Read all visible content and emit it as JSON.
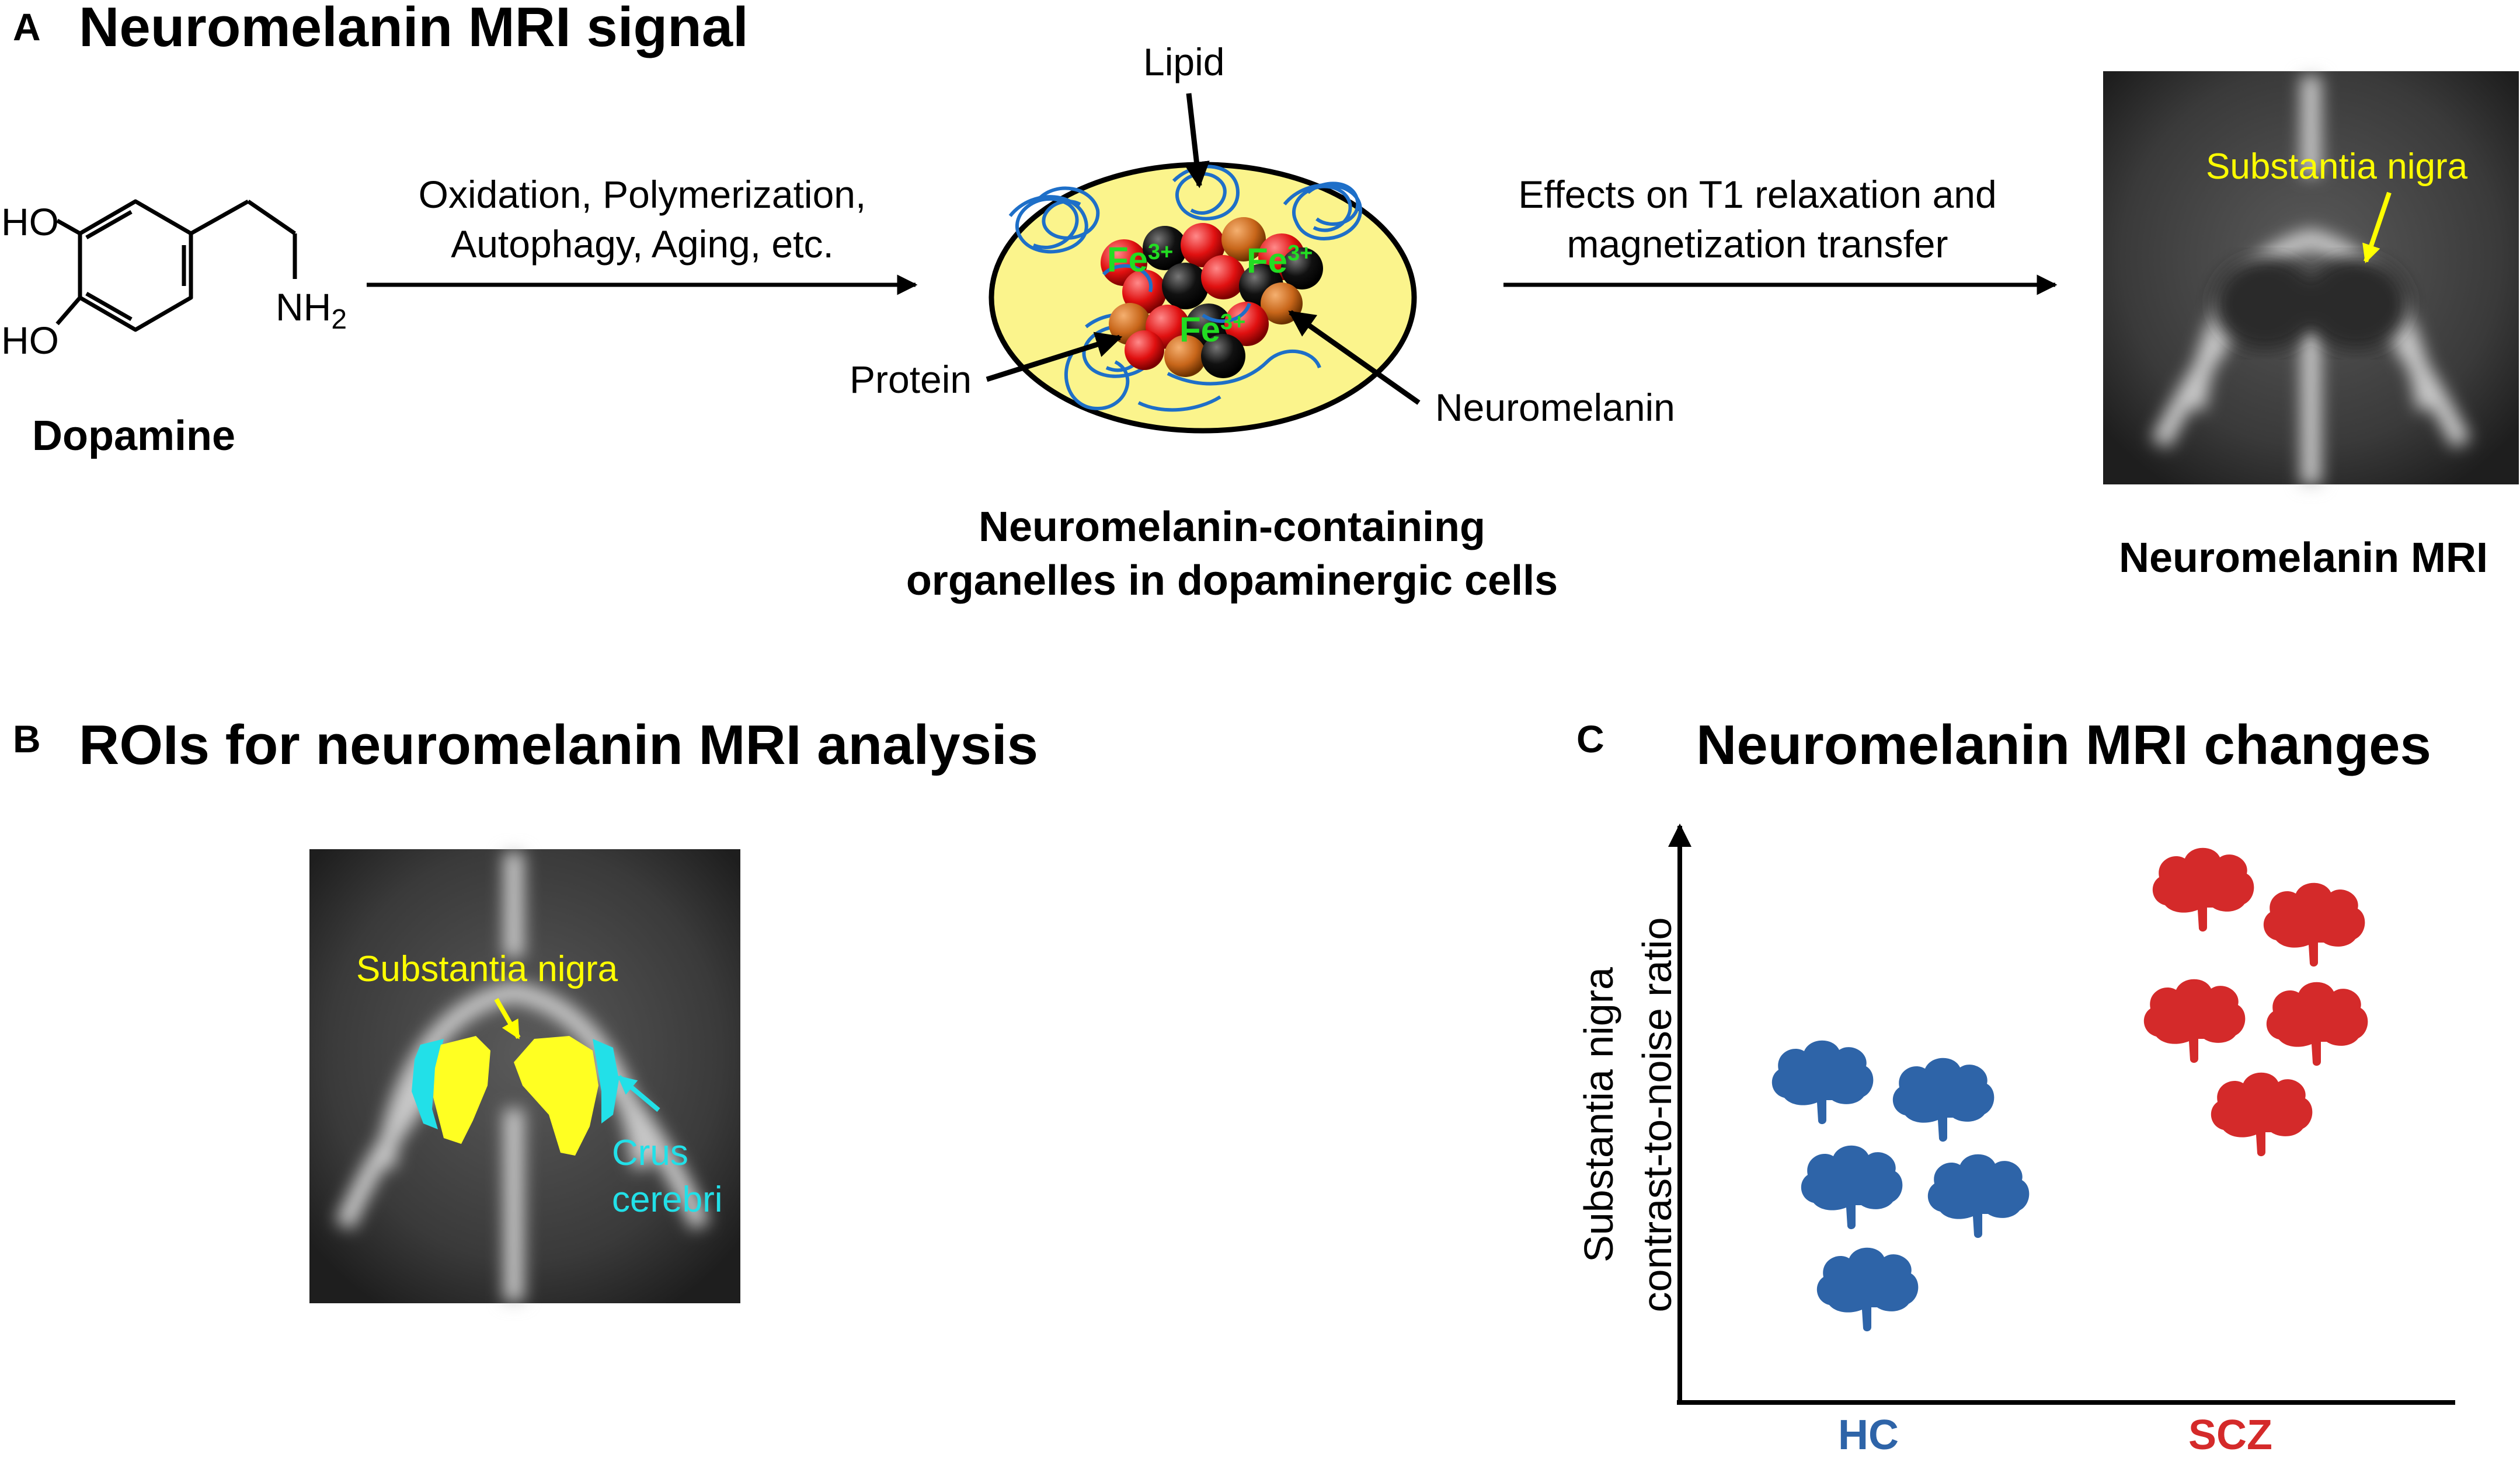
{
  "panel_a": {
    "letter": "A",
    "title": "Neuromelanin MRI signal",
    "molecule": {
      "ho_top": "HO",
      "ho_bottom": "HO",
      "nh2": "NH",
      "nh2_sub": "2",
      "name": "Dopamine"
    },
    "arrow1_label": [
      "Oxidation, Polymerization,",
      "Autophagy, Aging, etc."
    ],
    "organelle": {
      "lipid": "Lipid",
      "protein": "Protein",
      "neuromelanin": "Neuromelanin",
      "fe_base": "Fe",
      "fe_sup": "3+",
      "caption": [
        "Neuromelanin-containing",
        "organelles in dopaminergic cells"
      ]
    },
    "arrow2_label": [
      "Effects on T1 relaxation and",
      "magnetization transfer"
    ],
    "mri": {
      "annotation": "Substantia nigra",
      "caption": "Neuromelanin MRI"
    }
  },
  "panel_b": {
    "letter": "B",
    "title": "ROIs for neuromelanin MRI analysis",
    "sn_label": "Substantia nigra",
    "cc_label": [
      "Crus",
      "cerebri"
    ]
  },
  "panel_c": {
    "letter": "C",
    "title": "Neuromelanin MRI changes",
    "chart_data": {
      "type": "scatter",
      "ylabel": [
        "Substantia nigra",
        "contrast-to-noise ratio"
      ],
      "categories": [
        "HC",
        "SCZ"
      ],
      "colors": {
        "HC": "#2e64a8",
        "SCZ": "#d42a2a"
      }
    }
  },
  "colors": {
    "yellow_label": "#ffff00",
    "cyan_label": "#22e0e8",
    "fe_green": "#22dd22",
    "organelle_fill": "#fbf48c"
  }
}
